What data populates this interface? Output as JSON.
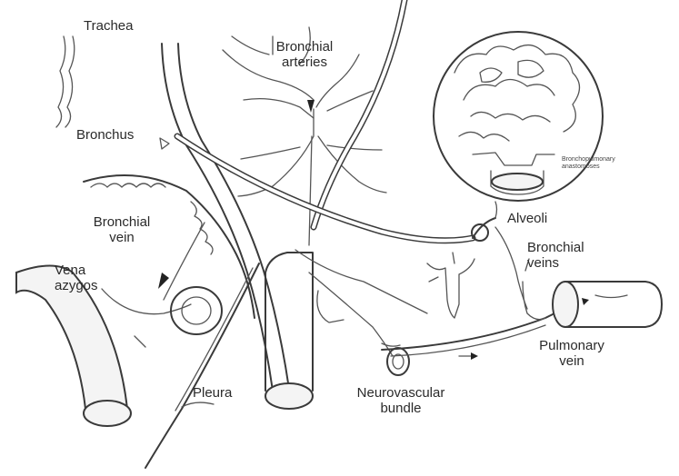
{
  "labels": {
    "trachea": "Trachea",
    "bronchus": "Bronchus",
    "bronchial_arteries_line1": "Bronchial",
    "bronchial_arteries_line2": "arteries",
    "bronchopulmonary_line1": "Bronchopulmonary",
    "bronchopulmonary_line2": "anastomoses",
    "alveoli": "Alveoli",
    "bronchial_veins_line1": "Bronchial",
    "bronchial_veins_line2": "veins",
    "bronchial_vein_line1": "Bronchial",
    "bronchial_vein_line2": "vein",
    "vena_azygos_line1": "Vena",
    "vena_azygos_line2": "azygos",
    "pulmonary_vein_line1": "Pulmonary",
    "pulmonary_vein_line2": "vein",
    "pleura": "Pleura",
    "neurovascular_line1": "Neurovascular",
    "neurovascular_line2": "bundle"
  },
  "colors": {
    "line": "#3a3a3a",
    "background": "#ffffff",
    "text": "#2a2a2a"
  }
}
